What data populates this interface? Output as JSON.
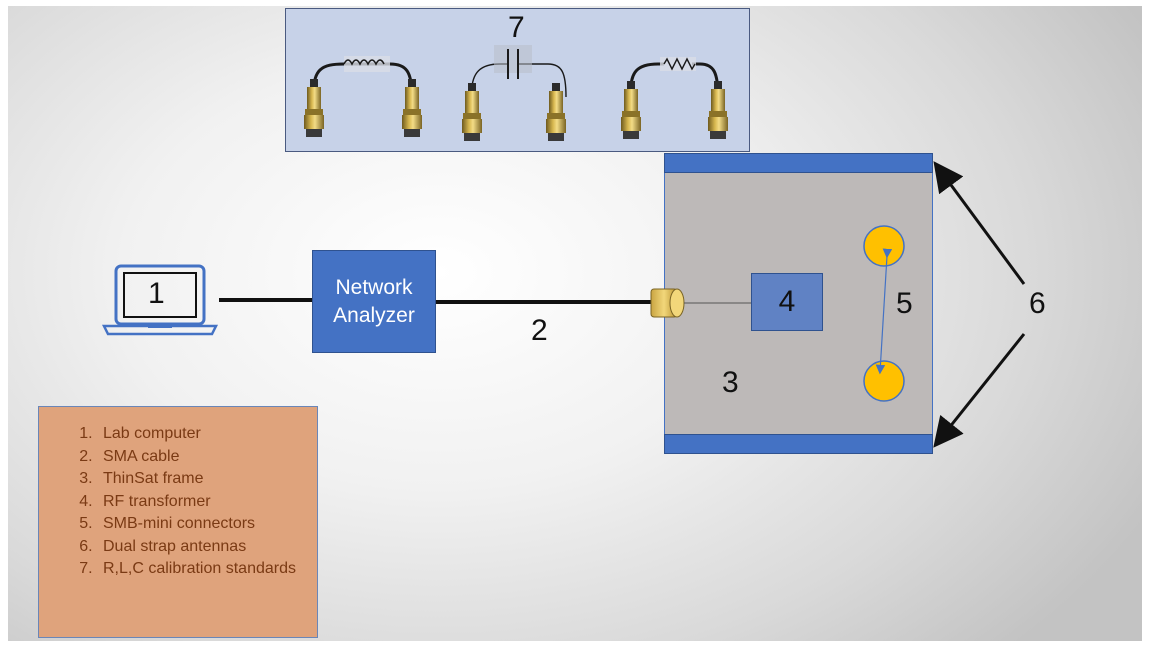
{
  "labels": {
    "computer": "1",
    "cable": "2",
    "frame": "3",
    "transformer": "4",
    "connectors": "5",
    "antennas": "6",
    "calibration": "7"
  },
  "network_analyzer": {
    "line1": "Network",
    "line2": "Analyzer"
  },
  "legend": {
    "items": [
      "Lab computer",
      "SMA cable",
      "ThinSat frame",
      "RF transformer",
      "SMB-mini connectors",
      "Dual strap antennas",
      "R,L,C calibration standards"
    ]
  },
  "colors": {
    "blue": "#4472c4",
    "frame_gray": "#bdb9b8",
    "connector_yellow": "#ffc000",
    "legend_bg": "#dfa37c",
    "legend_text": "#7a3a14",
    "cal_panel_bg": "#c7d2e8"
  },
  "icons": {
    "computer": "laptop-icon",
    "inductor": "inductor-symbol",
    "capacitor": "capacitor-symbol",
    "resistor": "resistor-symbol"
  }
}
